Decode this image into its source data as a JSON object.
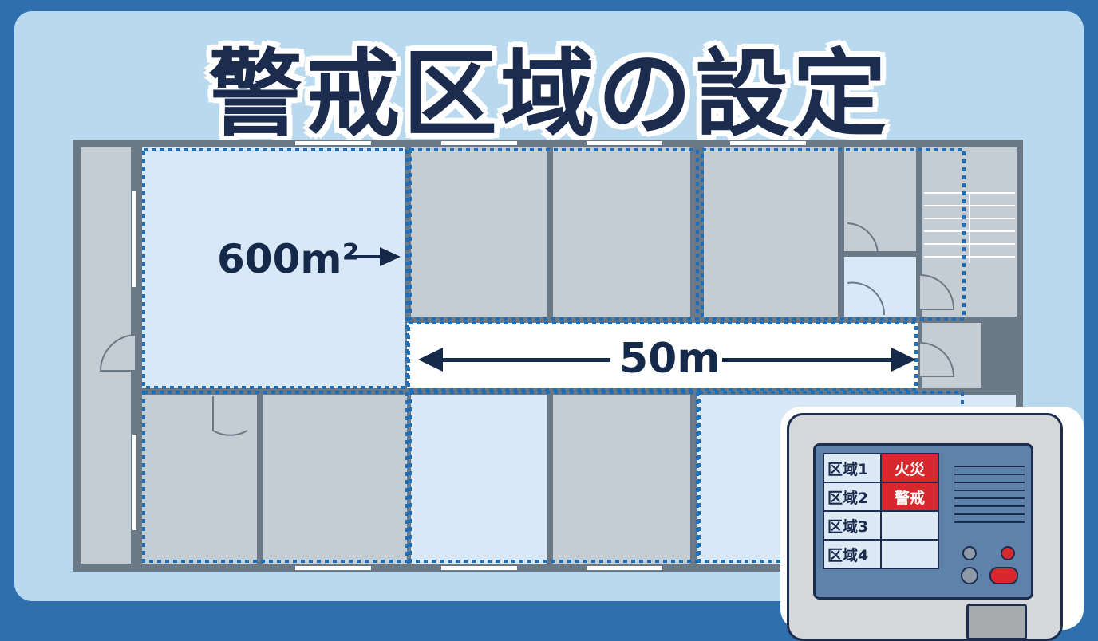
{
  "title": "警戒区域の設定",
  "floor_plan": {
    "area_label": "600m²",
    "length_label": "50m"
  },
  "panel": {
    "zones": [
      {
        "name": "区域1",
        "status": "火災"
      },
      {
        "name": "区域2",
        "status": "警戒"
      },
      {
        "name": "区域3",
        "status": ""
      },
      {
        "name": "区域4",
        "status": ""
      }
    ]
  },
  "colors": {
    "alarm": "#d6282d",
    "navy": "#1b2c4e",
    "zone_border": "#1f6fb8"
  }
}
